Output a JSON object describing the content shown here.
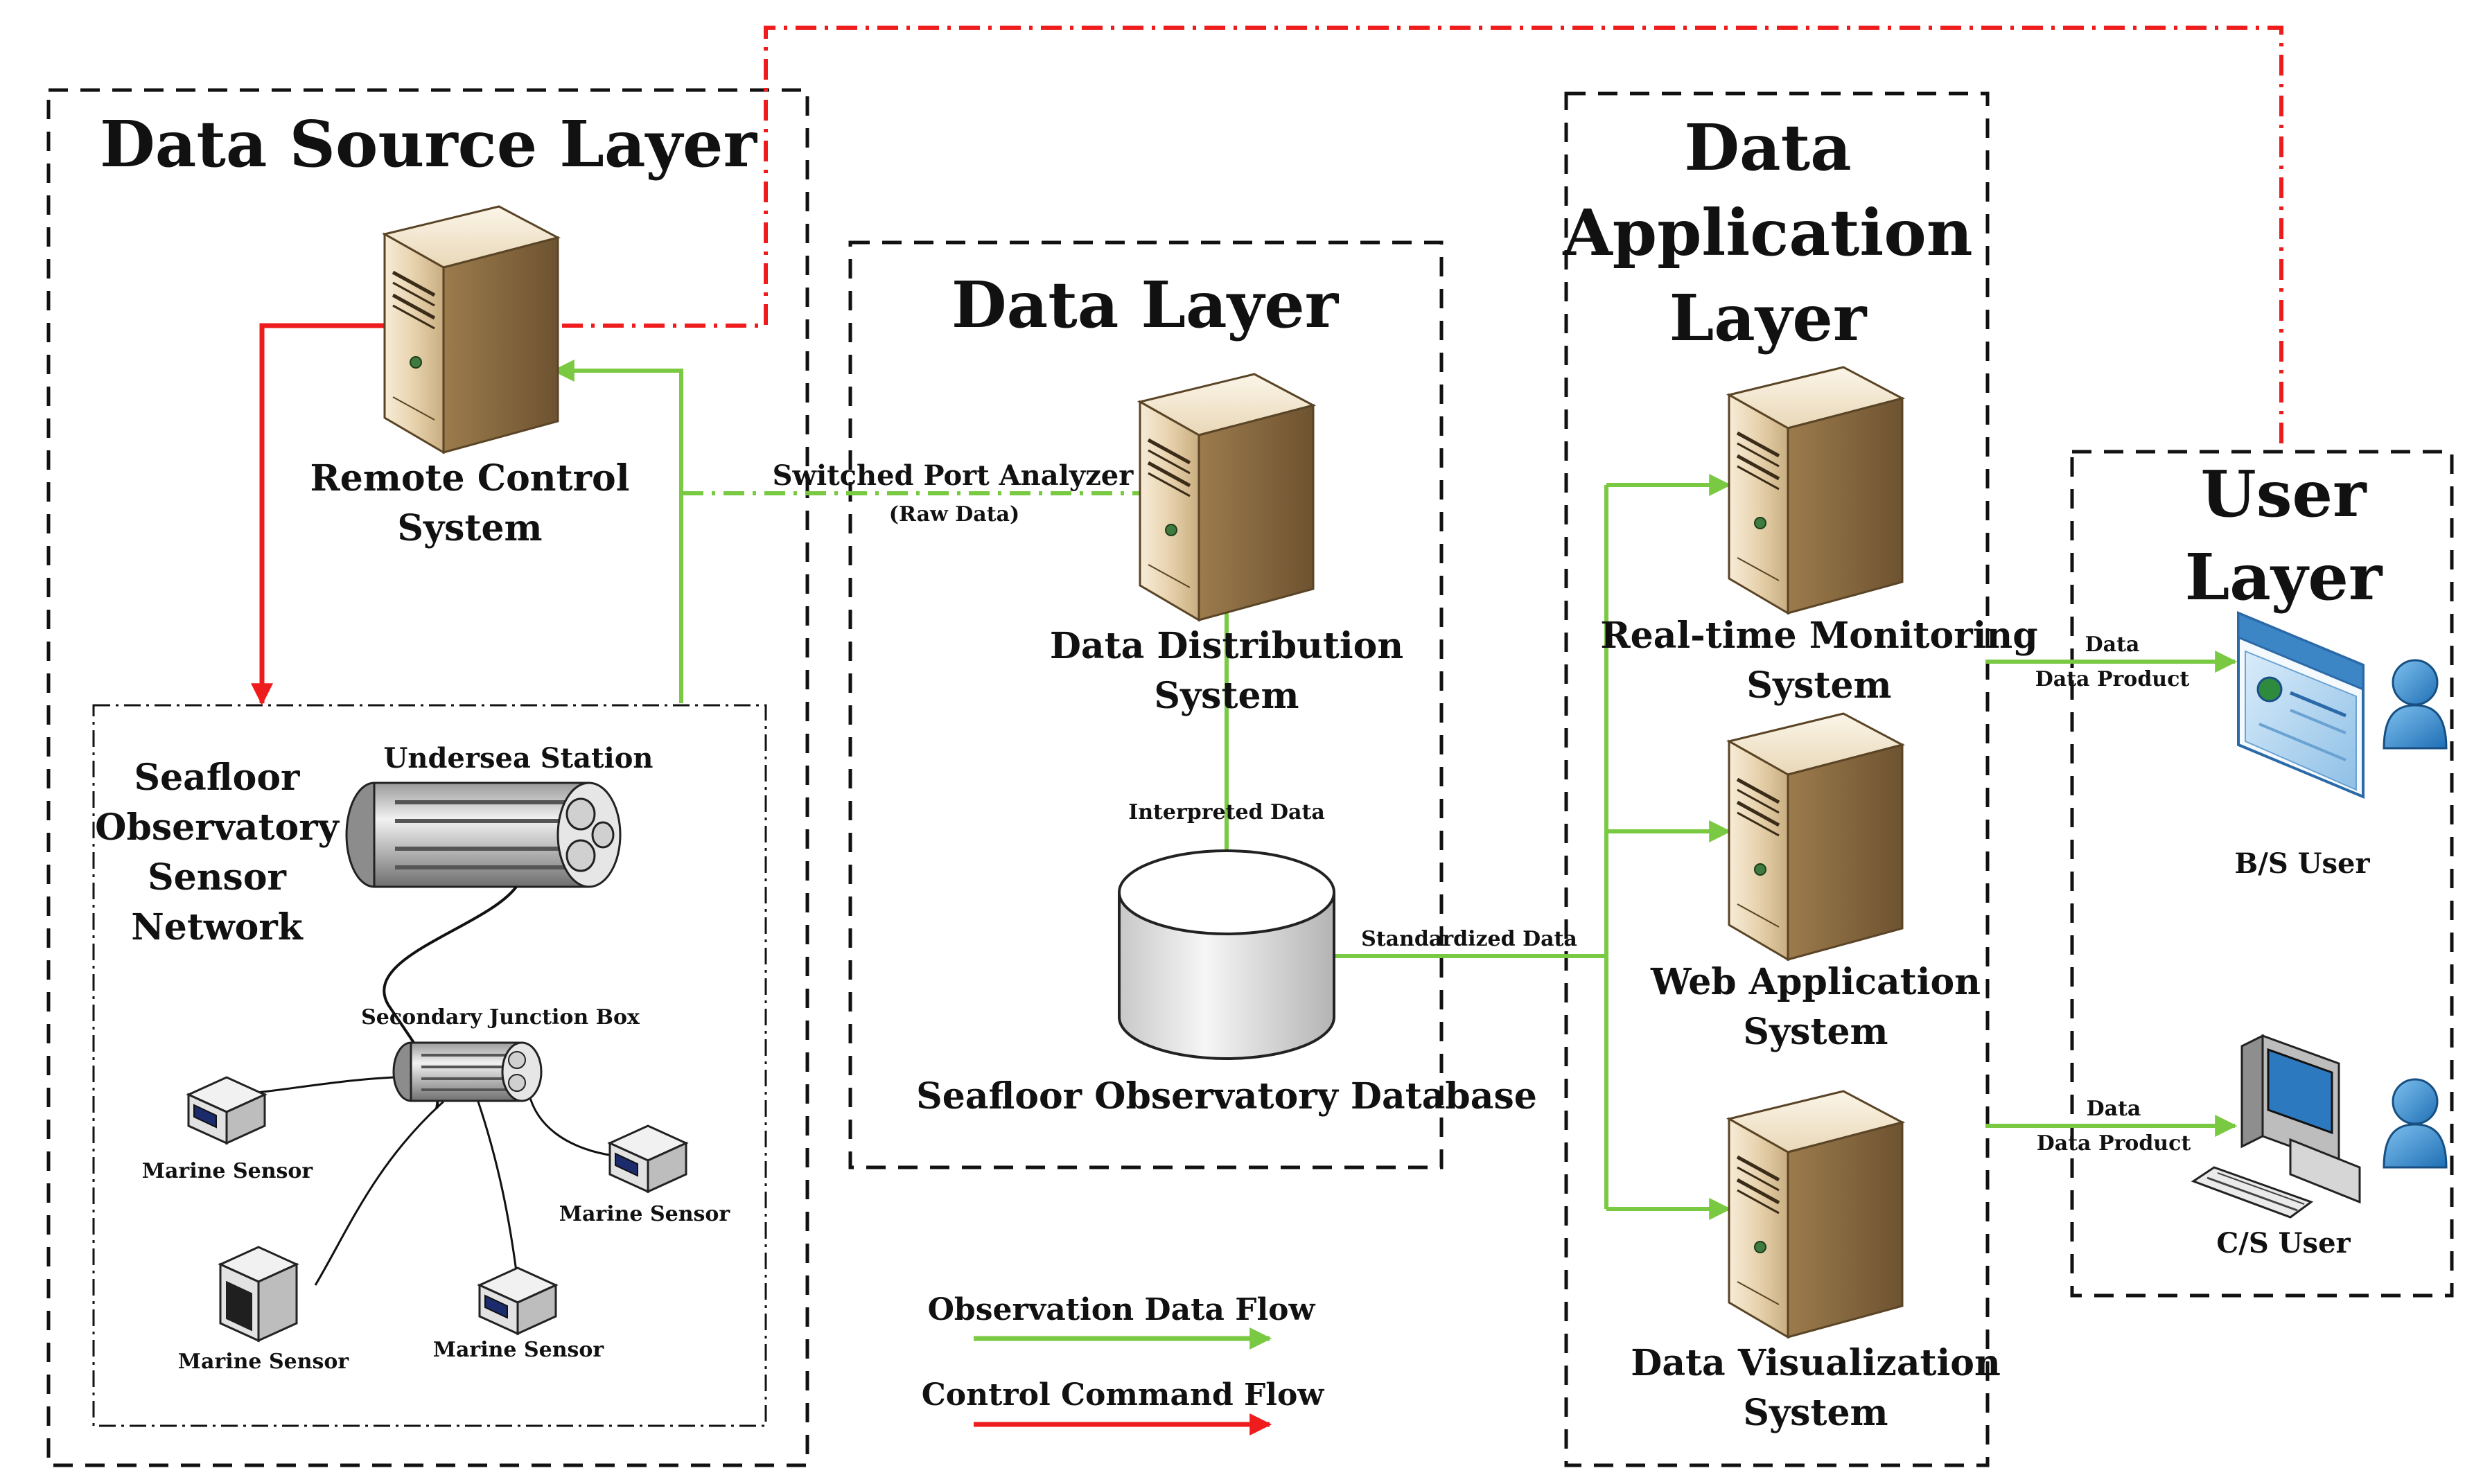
{
  "layers": {
    "data_source": {
      "title": "Data Source Layer"
    },
    "data": {
      "title": "Data Layer"
    },
    "application": {
      "title_lines": [
        "Data",
        "Application",
        "Layer"
      ]
    },
    "user": {
      "title_lines": [
        "User",
        "Layer"
      ]
    }
  },
  "nodes": {
    "remote_control": {
      "lines": [
        "Remote Control",
        "System"
      ]
    },
    "sensor_network": {
      "lines": [
        "Seafloor",
        "Observatory",
        "Sensor",
        "Network"
      ]
    },
    "undersea_station": {
      "label": "Undersea Station"
    },
    "junction_box": {
      "label": "Secondary Junction Box"
    },
    "marine_sensor_1": {
      "label": "Marine Sensor"
    },
    "marine_sensor_2": {
      "label": "Marine Sensor"
    },
    "marine_sensor_3": {
      "label": "Marine Sensor"
    },
    "marine_sensor_4": {
      "label": "Marine Sensor"
    },
    "distribution": {
      "lines": [
        "Data Distribution",
        "System"
      ]
    },
    "database": {
      "label": "Seafloor Observatory Database"
    },
    "realtime": {
      "lines": [
        "Real-time Monitoring",
        "System"
      ]
    },
    "web_app": {
      "lines": [
        "Web Application",
        "System"
      ]
    },
    "visualization": {
      "lines": [
        "Data Visualization",
        "System"
      ]
    },
    "bs_user": {
      "label": "B/S User"
    },
    "cs_user": {
      "label": "C/S User"
    }
  },
  "flows": {
    "span": {
      "title": "Switched Port Analyzer",
      "subtitle": "(Raw Data)"
    },
    "interpreted": {
      "label": "Interpreted Data"
    },
    "standardized": {
      "label": "Standardized Data"
    },
    "bs_product": {
      "lines": [
        "Data",
        "Data Product"
      ]
    },
    "cs_product": {
      "lines": [
        "Data",
        "Data Product"
      ]
    }
  },
  "legend": {
    "observation": {
      "label": "Observation Data Flow",
      "color": "#7ac943"
    },
    "control": {
      "label": "Control Command Flow",
      "color": "#ee1c1c"
    }
  },
  "icons": {
    "server": "server-tower-icon",
    "database": "database-cylinder-icon",
    "station": "undersea-station-icon",
    "junction": "junction-box-icon",
    "sensor": "marine-sensor-icon",
    "web": "web-browser-icon",
    "desktop": "desktop-computer-icon",
    "user": "user-person-icon"
  }
}
